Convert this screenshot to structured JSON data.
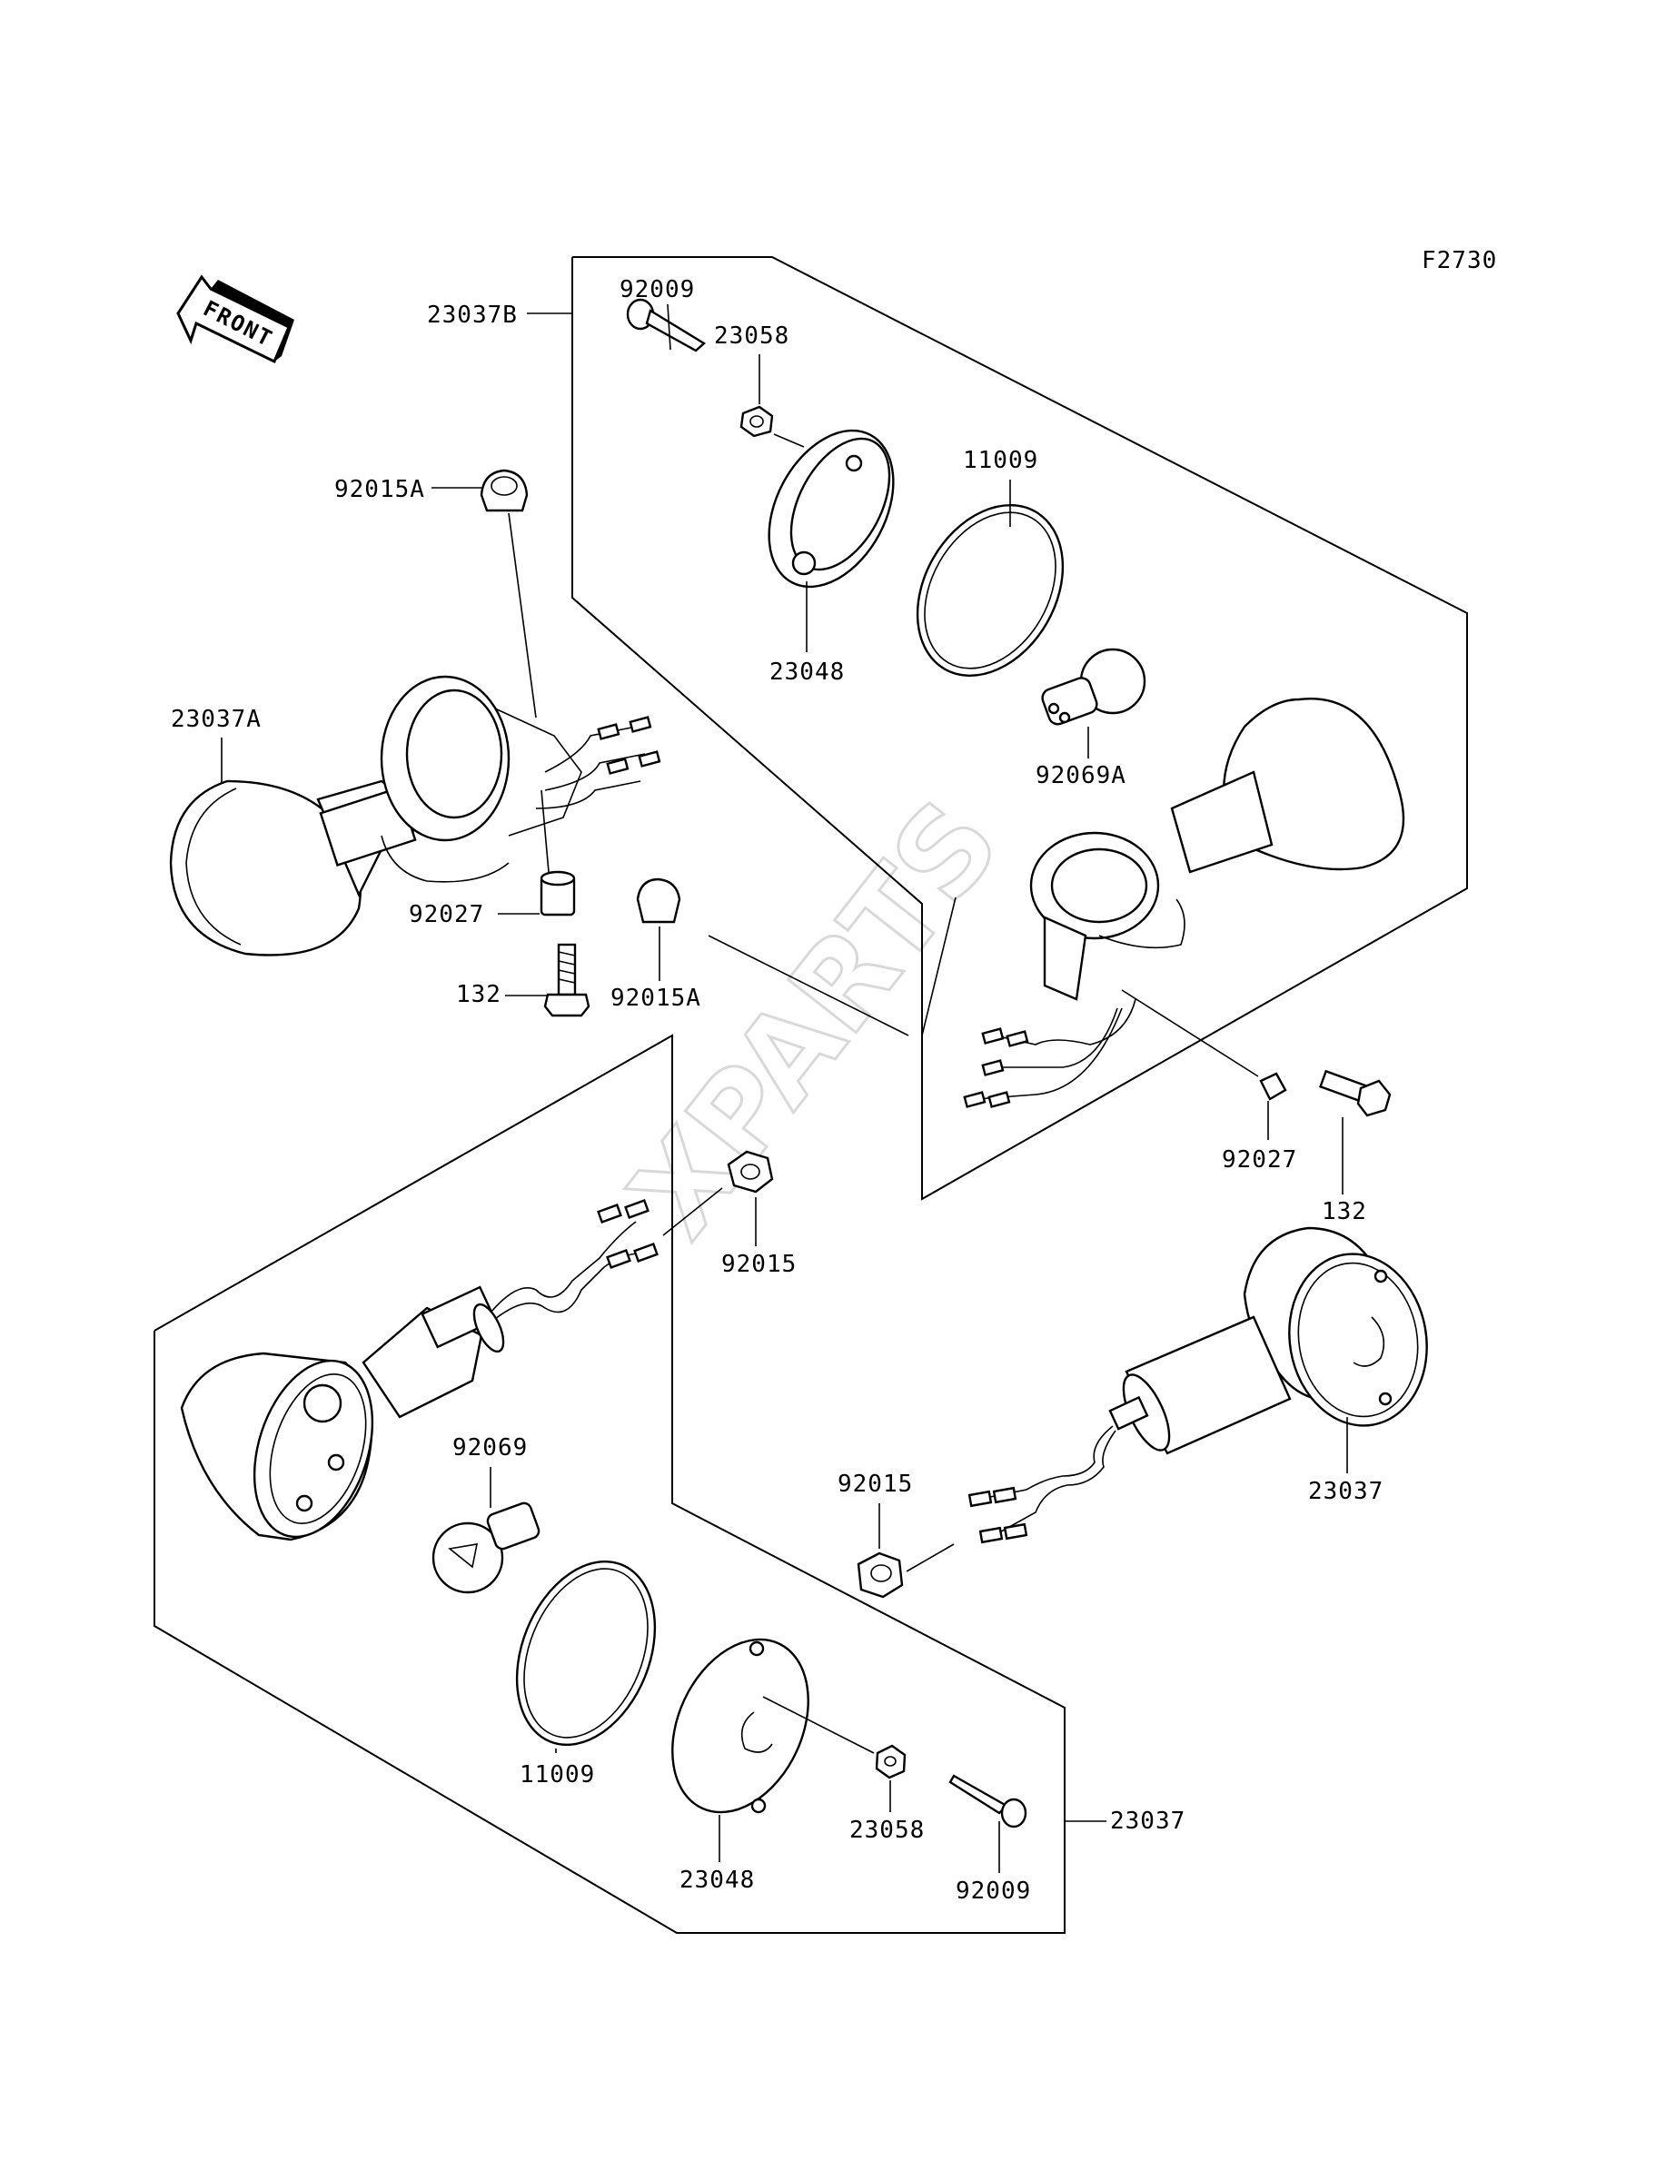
{
  "diagram": {
    "figure_code": "F2730",
    "front_arrow_text": "FRONT",
    "watermark": "XPARTS",
    "callouts": {
      "c_23037B": "23037B",
      "c_92009_top": "92009",
      "c_23058_top": "23058",
      "c_11009_top": "11009",
      "c_23048_top": "23048",
      "c_92069A": "92069A",
      "c_92015A_top": "92015A",
      "c_23037A": "23037A",
      "c_92027_left": "92027",
      "c_132_left": "132",
      "c_92015A_mid": "92015A",
      "c_92027_right": "92027",
      "c_132_right": "132",
      "c_92015_mid": "92015",
      "c_92069": "92069",
      "c_23037_right": "23037",
      "c_92015_low": "92015",
      "c_11009_low": "11009",
      "c_23048_low": "23048",
      "c_23058_low": "23058",
      "c_92009_low": "92009",
      "c_23037_bottom": "23037"
    }
  }
}
